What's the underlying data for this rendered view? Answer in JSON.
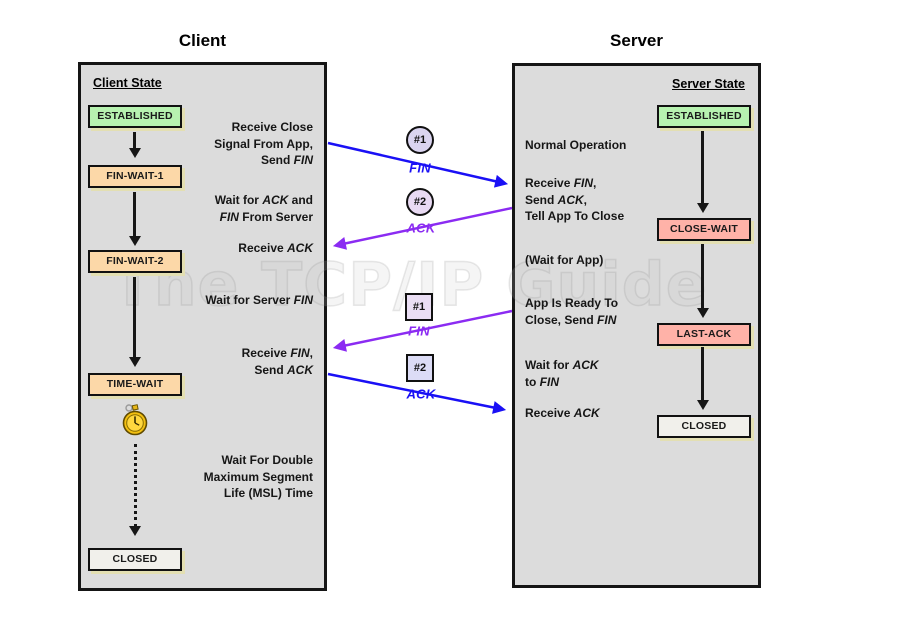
{
  "watermark": "The TCP/IP Guide",
  "colors": {
    "arrow_blue": "#1a10f5",
    "arrow_purple": "#8b2bf2",
    "state_established_green": "#b7f2b0",
    "state_wait_peach": "#fcd8a8",
    "state_close_pink": "#ffb2a8",
    "state_closed_gray": "#f1f0eb",
    "panel_background": "#dcdcdc",
    "box_shadow_khaki": "#e3dfb2"
  },
  "client": {
    "title": "Client",
    "heading": "Client State",
    "states": [
      {
        "label": "ESTABLISHED"
      },
      {
        "label": "FIN-WAIT-1"
      },
      {
        "label": "FIN-WAIT-2"
      },
      {
        "label": "TIME-WAIT"
      },
      {
        "label": "CLOSED"
      }
    ],
    "annotations": [
      {
        "runs": [
          {
            "t": "Receive Close\nSignal From App,\nSend "
          },
          {
            "t": "FIN",
            "i": true
          }
        ]
      },
      {
        "runs": [
          {
            "t": "Wait for "
          },
          {
            "t": "ACK",
            "i": true
          },
          {
            "t": " and\n"
          },
          {
            "t": "FIN",
            "i": true
          },
          {
            "t": " From Server"
          }
        ]
      },
      {
        "runs": [
          {
            "t": "Receive "
          },
          {
            "t": "ACK",
            "i": true
          }
        ]
      },
      {
        "runs": [
          {
            "t": "Wait for Server "
          },
          {
            "t": "FIN",
            "i": true
          }
        ]
      },
      {
        "runs": [
          {
            "t": "Receive "
          },
          {
            "t": "FIN",
            "i": true
          },
          {
            "t": ",\nSend "
          },
          {
            "t": "ACK",
            "i": true
          }
        ]
      },
      {
        "runs": [
          {
            "t": "Wait For Double\nMaximum Segment\nLife (MSL) Time"
          }
        ]
      }
    ]
  },
  "server": {
    "title": "Server",
    "heading": "Server State",
    "states": [
      {
        "label": "ESTABLISHED"
      },
      {
        "label": "CLOSE-WAIT"
      },
      {
        "label": "LAST-ACK"
      },
      {
        "label": "CLOSED"
      }
    ],
    "annotations": [
      {
        "runs": [
          {
            "t": "Normal Operation"
          }
        ]
      },
      {
        "runs": [
          {
            "t": "Receive "
          },
          {
            "t": "FIN",
            "i": true
          },
          {
            "t": ",\nSend "
          },
          {
            "t": "ACK",
            "i": true
          },
          {
            "t": ",\nTell App To Close"
          }
        ]
      },
      {
        "runs": [
          {
            "t": "(Wait for App)"
          }
        ]
      },
      {
        "runs": [
          {
            "t": "App Is Ready To\nClose, Send "
          },
          {
            "t": "FIN",
            "i": true
          }
        ]
      },
      {
        "runs": [
          {
            "t": "Wait for "
          },
          {
            "t": "ACK",
            "i": true
          },
          {
            "t": "\nto "
          },
          {
            "t": "FIN",
            "i": true
          }
        ]
      },
      {
        "runs": [
          {
            "t": "Receive "
          },
          {
            "t": "ACK",
            "i": true
          }
        ]
      }
    ]
  },
  "messages": [
    {
      "badge": "#1",
      "label": "FIN",
      "shape": "circle",
      "color": "blue",
      "from": "client",
      "to": "server"
    },
    {
      "badge": "#2",
      "label": "ACK",
      "shape": "circle",
      "color": "purple",
      "from": "server",
      "to": "client"
    },
    {
      "badge": "#1",
      "label": "FIN",
      "shape": "square",
      "color": "purple",
      "from": "server",
      "to": "client"
    },
    {
      "badge": "#2",
      "label": "ACK",
      "shape": "square",
      "color": "blue",
      "from": "client",
      "to": "server"
    }
  ]
}
